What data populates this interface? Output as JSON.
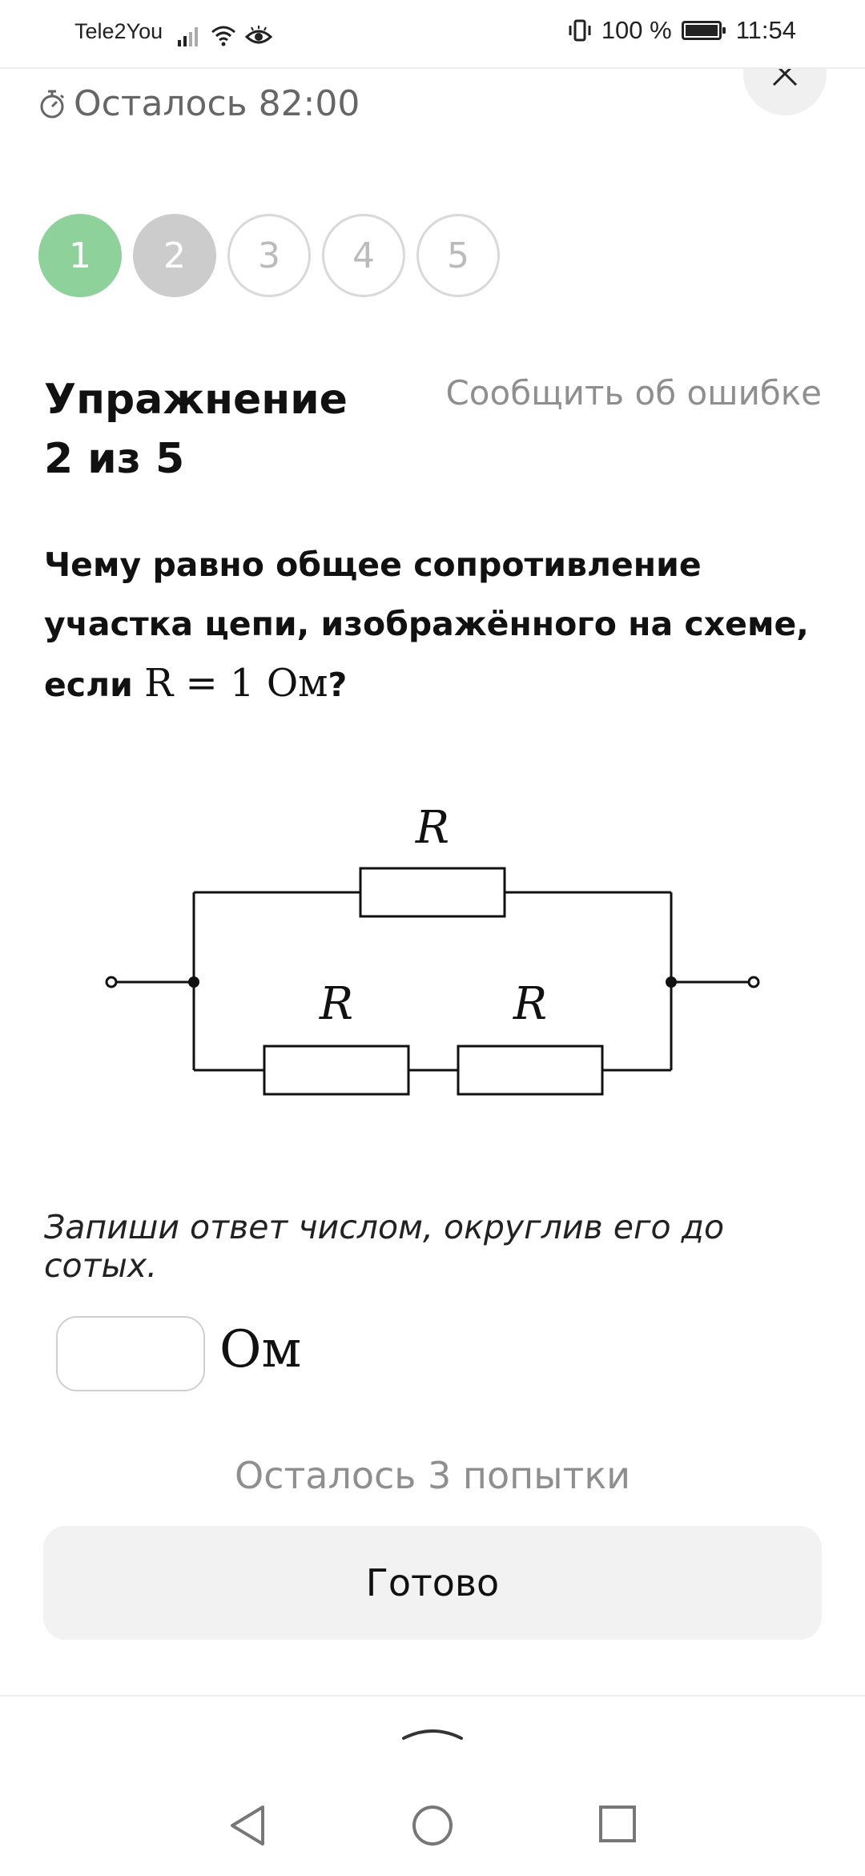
{
  "status_bar": {
    "carrier": "Tele2You",
    "battery": "100 %",
    "battery_level": 1.0,
    "time": "11:54"
  },
  "header": {
    "timer": "Осталось 82:00"
  },
  "steps": [
    {
      "label": "1",
      "state": "done"
    },
    {
      "label": "2",
      "state": "current"
    },
    {
      "label": "3",
      "state": "pending"
    },
    {
      "label": "4",
      "state": "pending"
    },
    {
      "label": "5",
      "state": "pending"
    }
  ],
  "exercise": {
    "title": "Упражнение 2 из 5",
    "report_link": "Сообщить об ошибке",
    "question": {
      "text": "Чему равно общее сопротивление участка цепи, изображённого на схеме, если ",
      "math": "R = 1 Ом",
      "end": "?"
    },
    "circuit": {
      "labels": [
        "R",
        "R",
        "R"
      ]
    },
    "instruction": "Запиши ответ числом, округлив его до сотых.",
    "answer": {
      "value": "",
      "unit": "Ом"
    },
    "attempts": "Осталось 3 попытки",
    "submit_label": "Готово"
  },
  "colors": {
    "step_done": "#8fd19a",
    "step_current": "#cccccc",
    "muted_text": "#8f8f8f",
    "button_bg": "#f2f2f2"
  }
}
